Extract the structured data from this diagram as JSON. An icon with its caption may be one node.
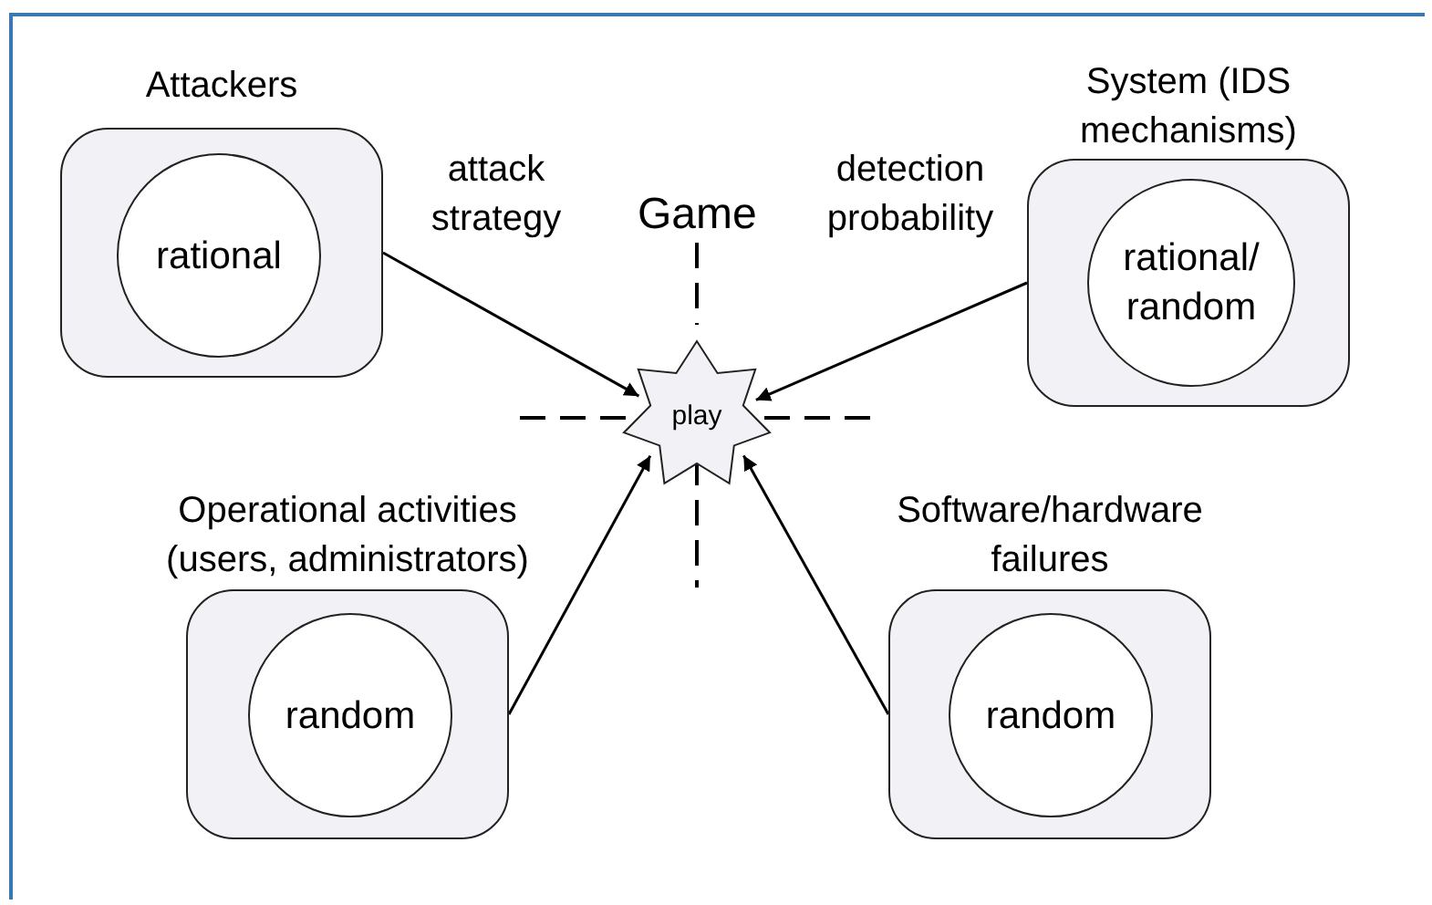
{
  "diagram": {
    "nodes": [
      {
        "text": [
          "Attackers"
        ]
      },
      {
        "text": [
          "rational"
        ],
        "in": 0
      },
      {
        "text": [
          "System (IDS mechanisms)"
        ]
      },
      {
        "text": [
          "rational/ random"
        ],
        "in": 2
      },
      {
        "text": [
          "Operational activities (users, administrators)"
        ]
      },
      {
        "text": [
          "random"
        ],
        "in": 4
      },
      {
        "text": [
          "Software/hardware failures"
        ]
      },
      {
        "text": [
          "random"
        ],
        "in": 6
      },
      {
        "text": [
          "play"
        ]
      }
    ],
    "edges": [
      {
        "from": 0,
        "to": 8,
        "arrow": "to",
        "label": "attack strategy"
      },
      {
        "from": 2,
        "to": 8,
        "arrow": "to",
        "label": "detection probability"
      },
      {
        "from": 4,
        "to": 8,
        "arrow": "to"
      },
      {
        "from": 6,
        "to": 8,
        "arrow": "to"
      }
    ],
    "labels": [
      "Game"
    ]
  }
}
